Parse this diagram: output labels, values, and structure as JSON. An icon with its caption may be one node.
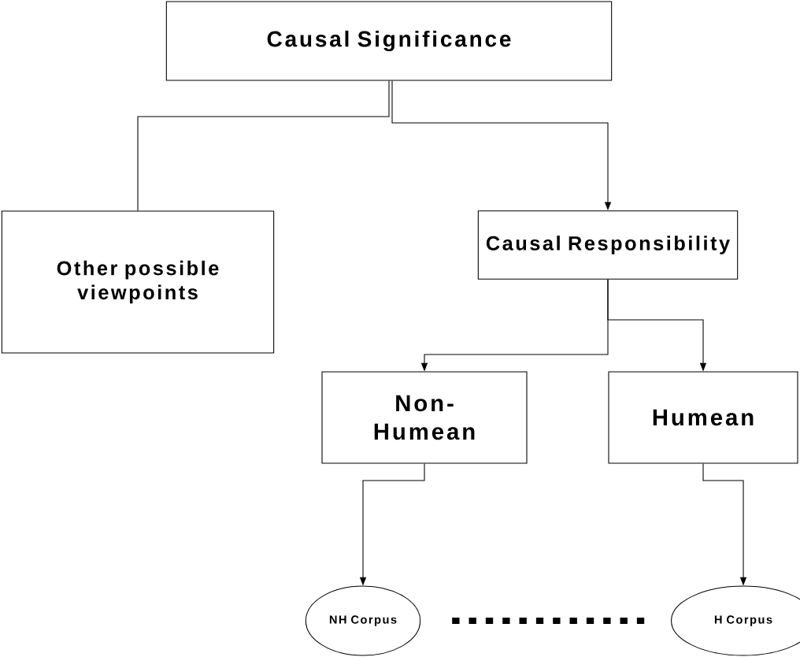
{
  "diagram": {
    "nodes": [
      {
        "text": [
          "Causal Significance"
        ]
      },
      {
        "text": [
          "Other possible viewpoints"
        ]
      },
      {
        "text": [
          "Causal Responsibility"
        ]
      },
      {
        "text": [
          "Non-Humean"
        ]
      },
      {
        "text": [
          "Humean"
        ]
      },
      {
        "text": [
          "NH Corpus"
        ]
      },
      {
        "text": [
          "H Corpus"
        ]
      }
    ],
    "edges": [
      {
        "from": 0,
        "to": 1,
        "arrow": "none"
      },
      {
        "from": 0,
        "to": 2,
        "arrow": "to"
      },
      {
        "from": 2,
        "to": 3,
        "arrow": "to"
      },
      {
        "from": 2,
        "to": 4,
        "arrow": "to"
      },
      {
        "from": 3,
        "to": 5,
        "arrow": "to"
      },
      {
        "from": 4,
        "to": 6,
        "arrow": "to"
      },
      {
        "from": 5,
        "to": 6,
        "arrow": "none",
        "style": "dashed"
      }
    ]
  }
}
